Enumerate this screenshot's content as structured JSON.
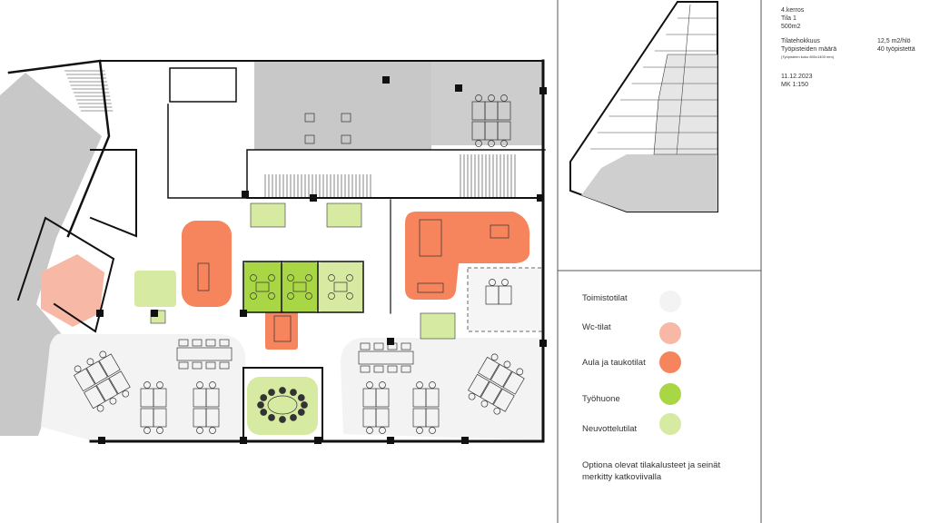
{
  "info": {
    "floor": "4.kerros",
    "space": "Tila 1",
    "area": "500m2",
    "efficiency_label": "Tilatehokkuus",
    "efficiency_value": "12,5 m2/hlö",
    "workstations_label": "Työpisteiden määrä",
    "workstations_value": "40 työpistettä",
    "workstation_size_note": "(Työpisteen koko 800x1400 mm)",
    "date": "11.12.2023",
    "scale": "MK 1:150"
  },
  "legend": [
    {
      "label": "Toimistotilat",
      "color": "#f3f3f3"
    },
    {
      "label": "Wc-tilat",
      "color": "#f8b8a6"
    },
    {
      "label": "Aula ja taukotilat",
      "color": "#f6845c"
    },
    {
      "label": "Työhuone",
      "color": "#a9d645"
    },
    {
      "label": "Neuvottelutilat",
      "color": "#d6eaa2"
    }
  ],
  "note": "Optiona olevat tilakalusteet ja seinät merkitty katkoviivalla",
  "colors": {
    "grey_area": "#c8c8c8",
    "wall": "#111111"
  }
}
